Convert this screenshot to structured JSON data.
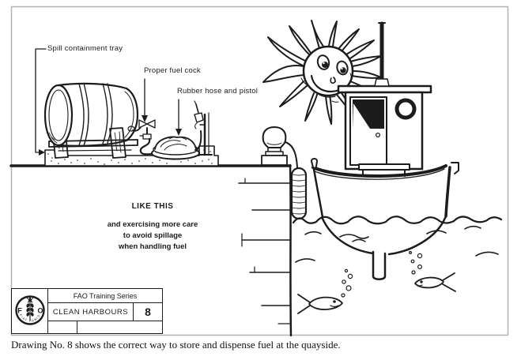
{
  "colors": {
    "ink": "#1c1c1c",
    "frame_border": "#b3b3b3",
    "paper": "#ffffff"
  },
  "annotations": {
    "spill_tray": "Spill containment tray",
    "fuel_cock": "Proper fuel cock",
    "hose_pistol": "Rubber hose and pistol"
  },
  "message": {
    "heading": "LIKE THIS",
    "lines": [
      "and exercising more care",
      "to avoid spillage",
      "when handling fuel"
    ]
  },
  "title_block": {
    "series": "FAO Training Series",
    "title": "CLEAN HARBOURS",
    "number": "8",
    "logo": {
      "letter_f": "F",
      "letter_a": "A",
      "letter_o": "O",
      "motto": "FIAT PANIS"
    }
  },
  "caption": "Drawing No. 8 shows the correct way to store and dispense fuel at the quayside."
}
